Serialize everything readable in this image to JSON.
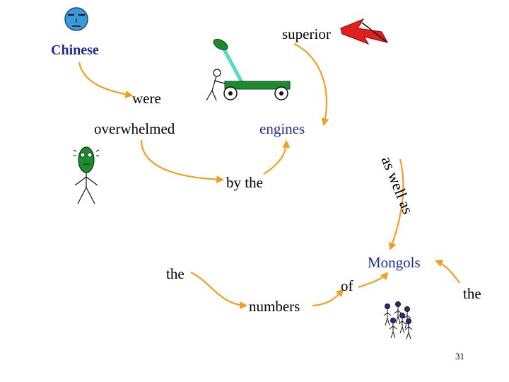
{
  "words": {
    "superior": "superior",
    "chinese": "Chinese",
    "were": "were",
    "overwhelmed": "overwhelmed",
    "engines": "engines",
    "by_the": "by the",
    "as_well_as": "as well as",
    "the_left": "the",
    "numbers": "numbers",
    "of": "of",
    "mongols": "Mongols",
    "the_right": "the"
  },
  "page_number": "31",
  "colors": {
    "arrow": "#f0a020",
    "accent_text": "#1f2f8f",
    "lightning": "#e0201e",
    "cart": "#1e8a2e",
    "face": "#3a9ad8",
    "mongol_head": "#2a2a8a"
  },
  "icons": [
    "chinese-face-icon",
    "lightning-icon",
    "catapult-cart-icon",
    "scared-man-icon",
    "mongol-crowd-icon"
  ]
}
